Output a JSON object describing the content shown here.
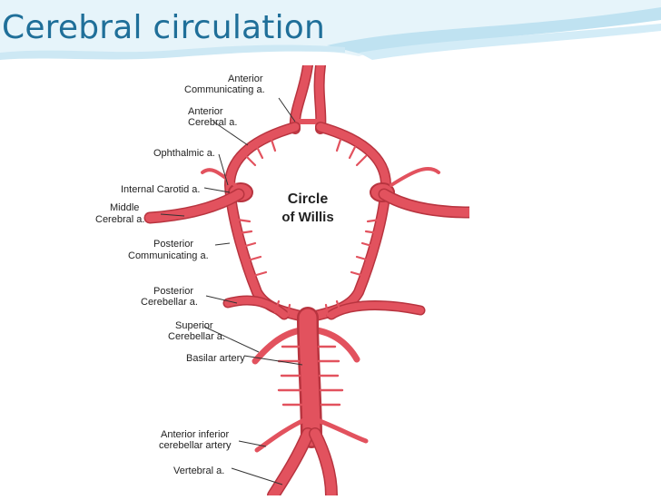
{
  "slide": {
    "title": "Cerebral circulation"
  },
  "diagram": {
    "circle_label_line1": "Circle",
    "circle_label_line2": "of Willis",
    "labels": {
      "anterior_communicating_1": "Anterior",
      "anterior_communicating_2": "Communicating a.",
      "anterior_cerebral_1": "Anterior",
      "anterior_cerebral_2": "Cerebral a.",
      "ophthalmic": "Ophthalmic a.",
      "internal_carotid": "Internal Carotid a.",
      "middle_cerebral_1": "Middle",
      "middle_cerebral_2": "Cerebral a.",
      "posterior_communicating_1": "Posterior",
      "posterior_communicating_2": "Communicating a.",
      "posterior_cerebral_1": "Posterior",
      "posterior_cerebral_2": "Cerebellar a.",
      "superior_cerebellar_1": "Superior",
      "superior_cerebellar_2": "Cerebellar a.",
      "basilar": "Basilar artery",
      "aica_1": "Anterior inferior",
      "aica_2": "cerebellar artery",
      "vertebral": "Vertebral a."
    }
  },
  "colors": {
    "title": "#1f6f99",
    "artery": "#e2525e",
    "artery_dark": "#b8343f",
    "wave_light": "#d8eef7",
    "wave_mid": "#a9d6ea",
    "label": "#222222"
  }
}
